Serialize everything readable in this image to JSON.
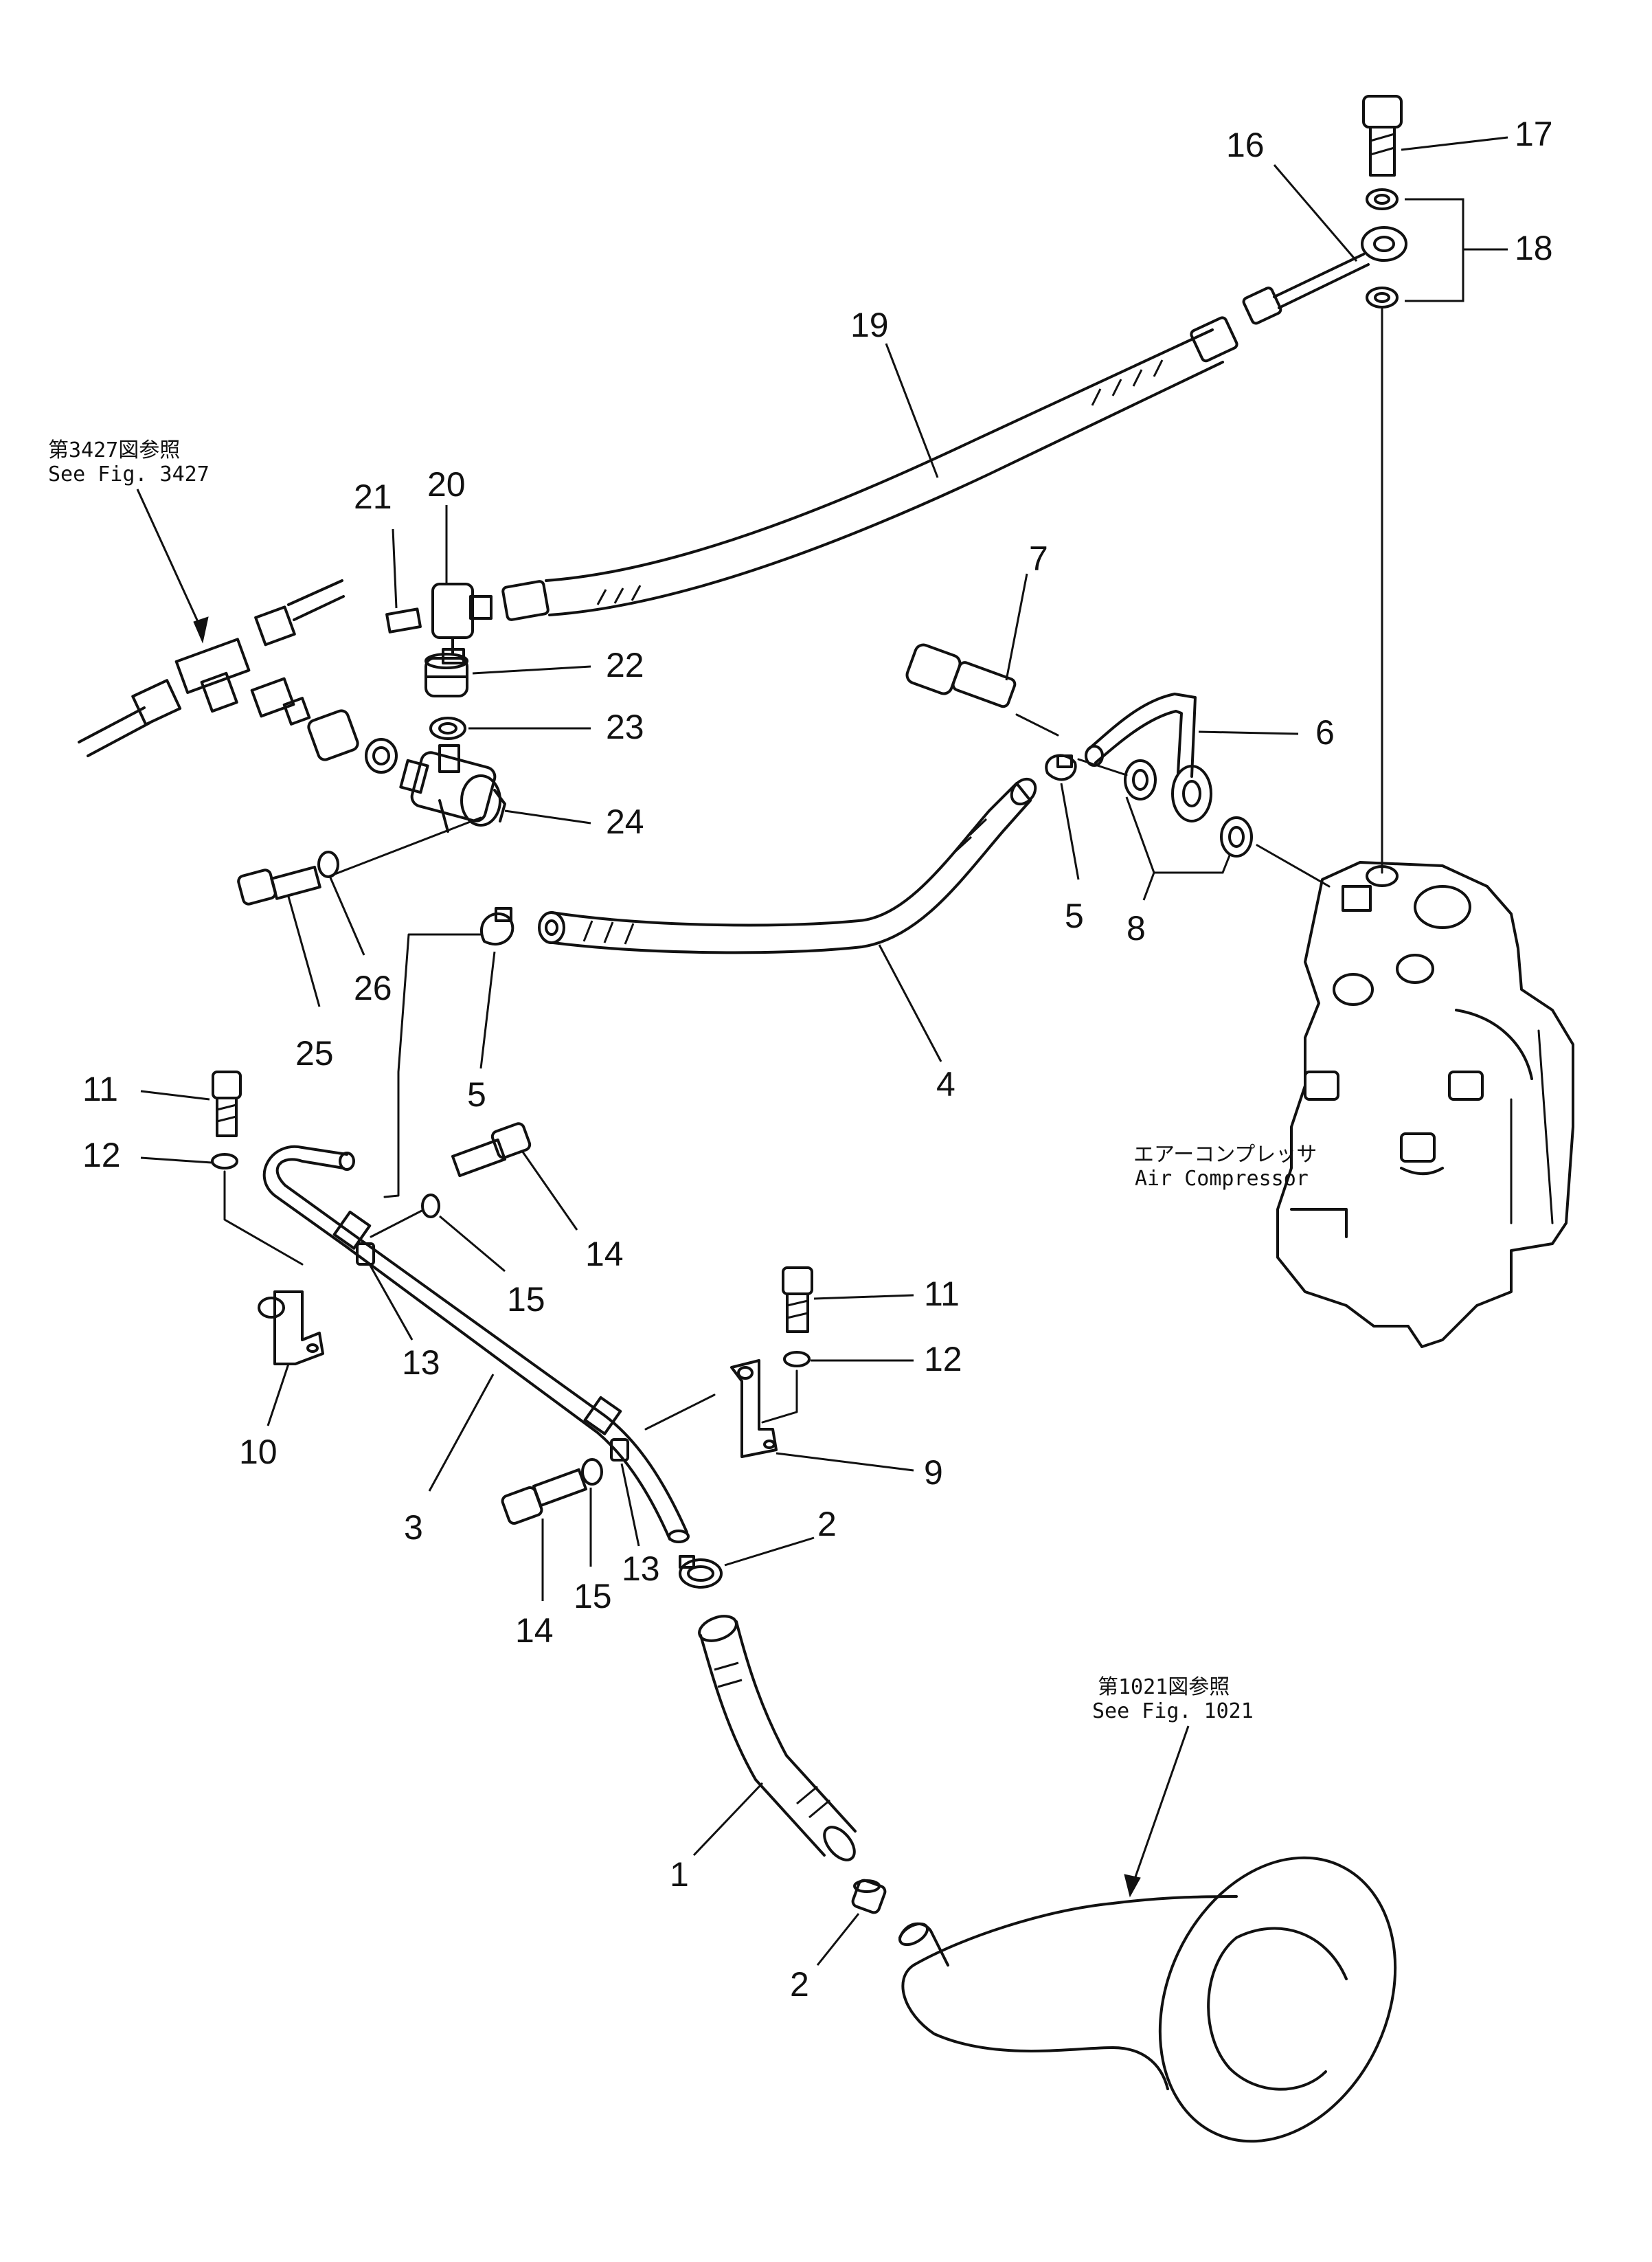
{
  "refs": {
    "fig3427_jp": "第3427図参照",
    "fig3427_en": "See Fig. 3427",
    "fig1021_jp": "第1021図参照",
    "fig1021_en": "See Fig. 1021"
  },
  "component": {
    "air_compressor_jp": "エアーコンプレッサ",
    "air_compressor_en": "Air Compressor"
  },
  "part_numbers": {
    "p1": "1",
    "p2a": "2",
    "p2b": "2",
    "p3": "3",
    "p4": "4",
    "p5a": "5",
    "p5b": "5",
    "p6": "6",
    "p7": "7",
    "p8": "8",
    "p9": "9",
    "p10": "10",
    "p11a": "11",
    "p11b": "11",
    "p12a": "12",
    "p12b": "12",
    "p13a": "13",
    "p13b": "13",
    "p14a": "14",
    "p14b": "14",
    "p15a": "15",
    "p15b": "15",
    "p16": "16",
    "p17": "17",
    "p18": "18",
    "p19": "19",
    "p20": "20",
    "p21": "21",
    "p22": "22",
    "p23": "23",
    "p24": "24",
    "p25": "25",
    "p26": "26"
  }
}
